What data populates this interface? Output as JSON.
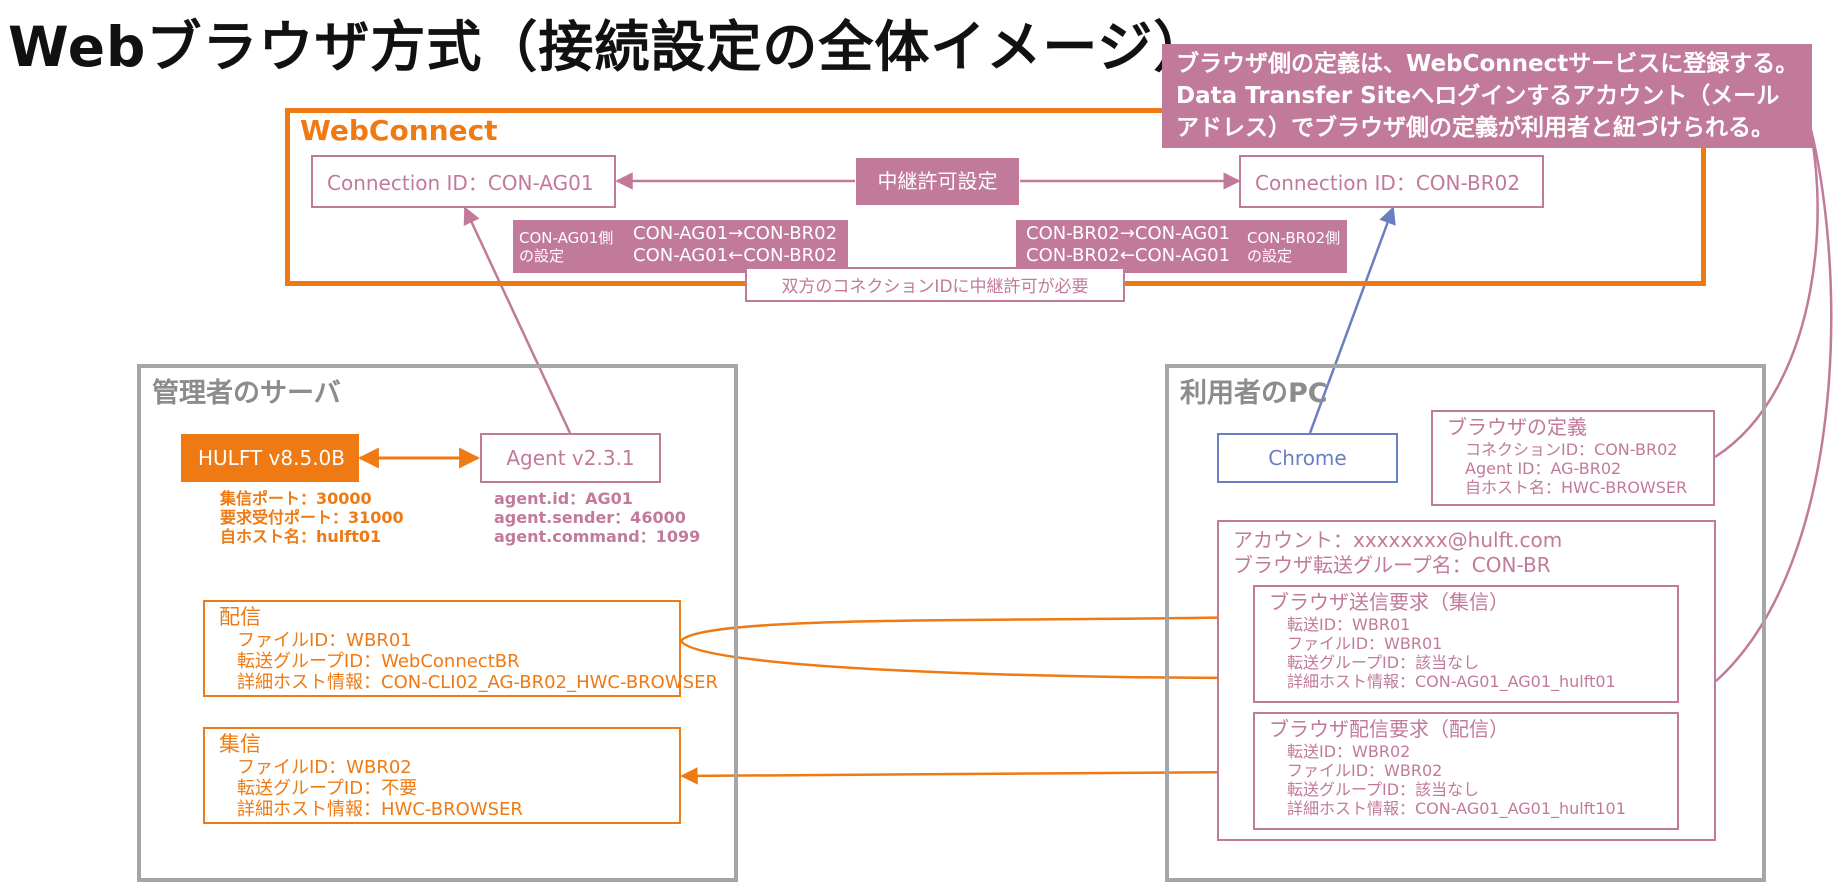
{
  "title": "Webブラウザ方式（接続設定の全体イメージ）",
  "callout": {
    "lines": [
      "ブラウザ側の定義は、WebConnectサービスに登録する。",
      "Data Transfer Siteへログインするアカウント（メール",
      "アドレス）でブラウザ側の定義が利用者と紐づけられる。"
    ]
  },
  "webconnect": {
    "label": "WebConnect",
    "conn_left": "Connection ID：CON-AG01",
    "conn_right": "Connection ID：CON-BR02",
    "relay_label": "中継許可設定",
    "left_setting": {
      "side": [
        "CON-AG01側",
        "の設定"
      ],
      "routes": [
        "CON-AG01→CON-BR02",
        "CON-AG01←CON-BR02"
      ]
    },
    "right_setting": {
      "routes": [
        "CON-BR02→CON-AG01",
        "CON-BR02←CON-AG01"
      ],
      "side": [
        "CON-BR02側",
        "の設定"
      ]
    },
    "note": "双方のコネクションIDに中継許可が必要"
  },
  "server": {
    "label": "管理者のサーバ",
    "hulft": "HULFT v8.5.0B",
    "hulft_info": [
      "集信ポート：30000",
      "要求受付ポート：31000",
      "自ホスト名：hulft01"
    ],
    "agent": "Agent v2.3.1",
    "agent_info": [
      "agent.id：AG01",
      "agent.sender：46000",
      "agent.command：1099"
    ],
    "send": {
      "title": "配信",
      "lines": [
        "ファイルID：WBR01",
        "転送グループID：WebConnectBR",
        "詳細ホスト情報：CON-CLI02_AG-BR02_HWC-BROWSER"
      ]
    },
    "recv": {
      "title": "集信",
      "lines": [
        "ファイルID：WBR02",
        "転送グループID：不要",
        "詳細ホスト情報：HWC-BROWSER"
      ]
    }
  },
  "pc": {
    "label": "利用者のPC",
    "browser": "Chrome",
    "definition": {
      "title": "ブラウザの定義",
      "lines": [
        "コネクションID：CON-BR02",
        "Agent ID：AG-BR02",
        "自ホスト名：HWC-BROWSER"
      ]
    },
    "account": [
      "アカウント：xxxxxxxx@hulft.com",
      "ブラウザ転送グループ名：CON-BR"
    ],
    "send_req": {
      "title": "ブラウザ送信要求（集信）",
      "lines": [
        "転送ID：WBR01",
        "ファイルID：WBR01",
        "転送グループID：該当なし",
        "詳細ホスト情報：CON-AG01_AG01_hulft01"
      ]
    },
    "recv_req": {
      "title": "ブラウザ配信要求（配信）",
      "lines": [
        "転送ID：WBR02",
        "ファイルID：WBR02",
        "転送グループID：該当なし",
        "詳細ホスト情報：CON-AG01_AG01_hulft101"
      ]
    }
  },
  "colors": {
    "orange": "#ef7a13",
    "pink": "#c27a9b",
    "blue": "#6a7fc0",
    "gray": "#a6a6a6"
  }
}
